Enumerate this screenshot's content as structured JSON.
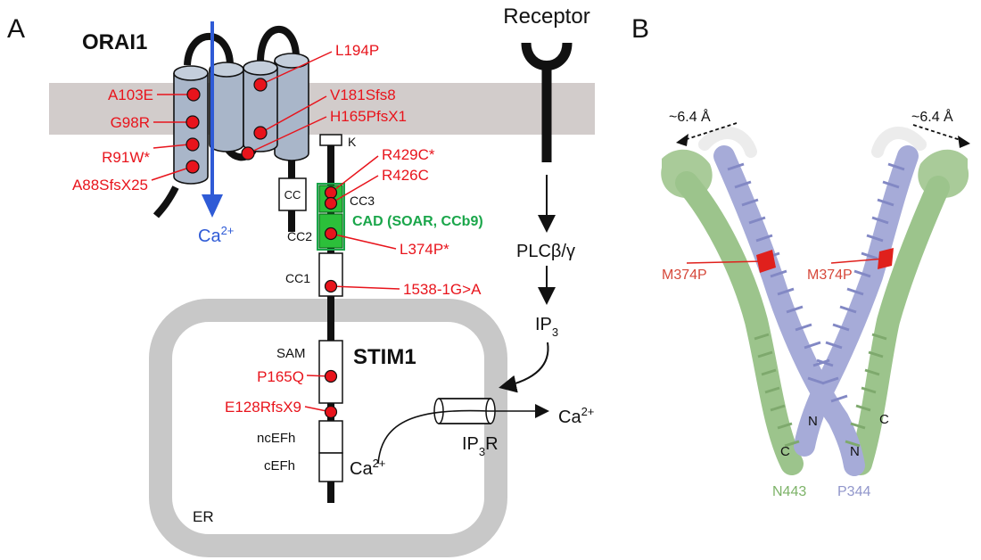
{
  "panels": {
    "a": "A",
    "b": "B"
  },
  "orai1": {
    "title": "ORAI1",
    "ca_label": "Ca",
    "ca_sup": "2+",
    "mutations": [
      "A103E",
      "G98R",
      "R91W*",
      "A88SfsX25",
      "L194P",
      "V181Sfs8",
      "H165PfsX1"
    ],
    "cc_label": "CC"
  },
  "stim1": {
    "title": "STIM1",
    "domains": {
      "k": "K",
      "cc3": "CC3",
      "cc2": "CC2",
      "cc1": "CC1",
      "sam": "SAM",
      "ncefh": "ncEFh",
      "cefh": "cEFh"
    },
    "cad_label": "CAD (SOAR, CCb9)",
    "mutations": [
      "R429C*",
      "R426C",
      "L374P*",
      "1538-1G>A",
      "P165Q",
      "E128RfsX9"
    ]
  },
  "er_label": "ER",
  "signaling": {
    "receptor": "Receptor",
    "plc": "PLCβ/γ",
    "ip3": "IP",
    "ip3_sub": "3",
    "ip3r": "IP",
    "ip3r_sub": "3",
    "ip3r_tail": "R",
    "ca_er": "Ca",
    "ca_er_sup": "2+",
    "ca_out": "Ca",
    "ca_out_sup": "2+"
  },
  "panel_b": {
    "distance_left": "~6.4 Å",
    "distance_right": "~6.4 Å",
    "mutation_left": "M374P",
    "mutation_right": "M374P",
    "n_label_1": "N",
    "c_label_1": "C",
    "n_label_2": "N",
    "c_label_2": "C",
    "residue_green": "N443",
    "residue_blue": "P344"
  },
  "colors": {
    "mutation_red": "#e8141c",
    "cad_green": "#1aa64a",
    "ca_blue": "#2f5bd6",
    "membrane_gray": "#d2cccb",
    "helix_blue": "#a6abd8",
    "helix_green": "#9cc48c"
  }
}
